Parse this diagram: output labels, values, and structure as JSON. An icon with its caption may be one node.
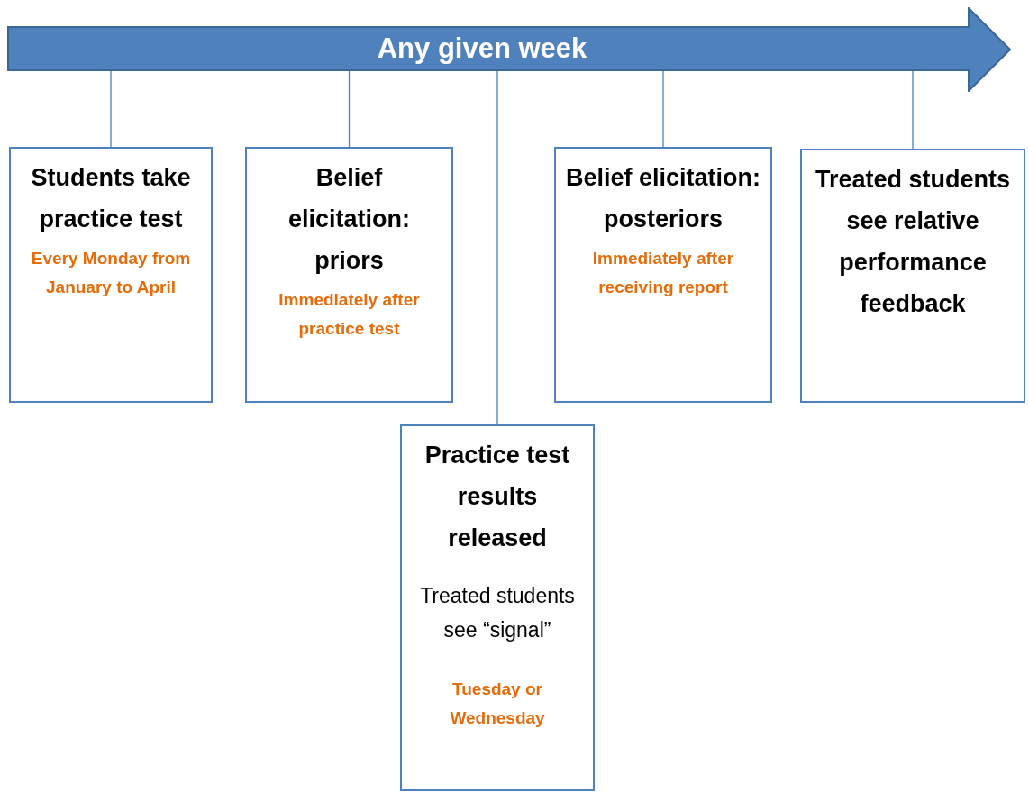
{
  "diagram": {
    "nodes": [
      {
        "text": [
          "Any given week"
        ]
      },
      {
        "text": [
          "Students take practice test",
          "Every Monday from January to April"
        ]
      },
      {
        "text": [
          "Belief elicitation: priors",
          "Immediately after practice test"
        ]
      },
      {
        "text": [
          "Practice test results released",
          "Treated students see “signal”",
          "Tuesday or Wednesday"
        ]
      },
      {
        "text": [
          "Belief elicitation: posteriors",
          "Immediately after receiving report"
        ]
      },
      {
        "text": [
          "Treated students see relative performance feedback"
        ]
      }
    ],
    "edges": [
      {
        "from": 0,
        "to": 1,
        "arrow": "none"
      },
      {
        "from": 0,
        "to": 2,
        "arrow": "none"
      },
      {
        "from": 0,
        "to": 3,
        "arrow": "none"
      },
      {
        "from": 0,
        "to": 4,
        "arrow": "none"
      },
      {
        "from": 0,
        "to": 5,
        "arrow": "none"
      }
    ]
  }
}
